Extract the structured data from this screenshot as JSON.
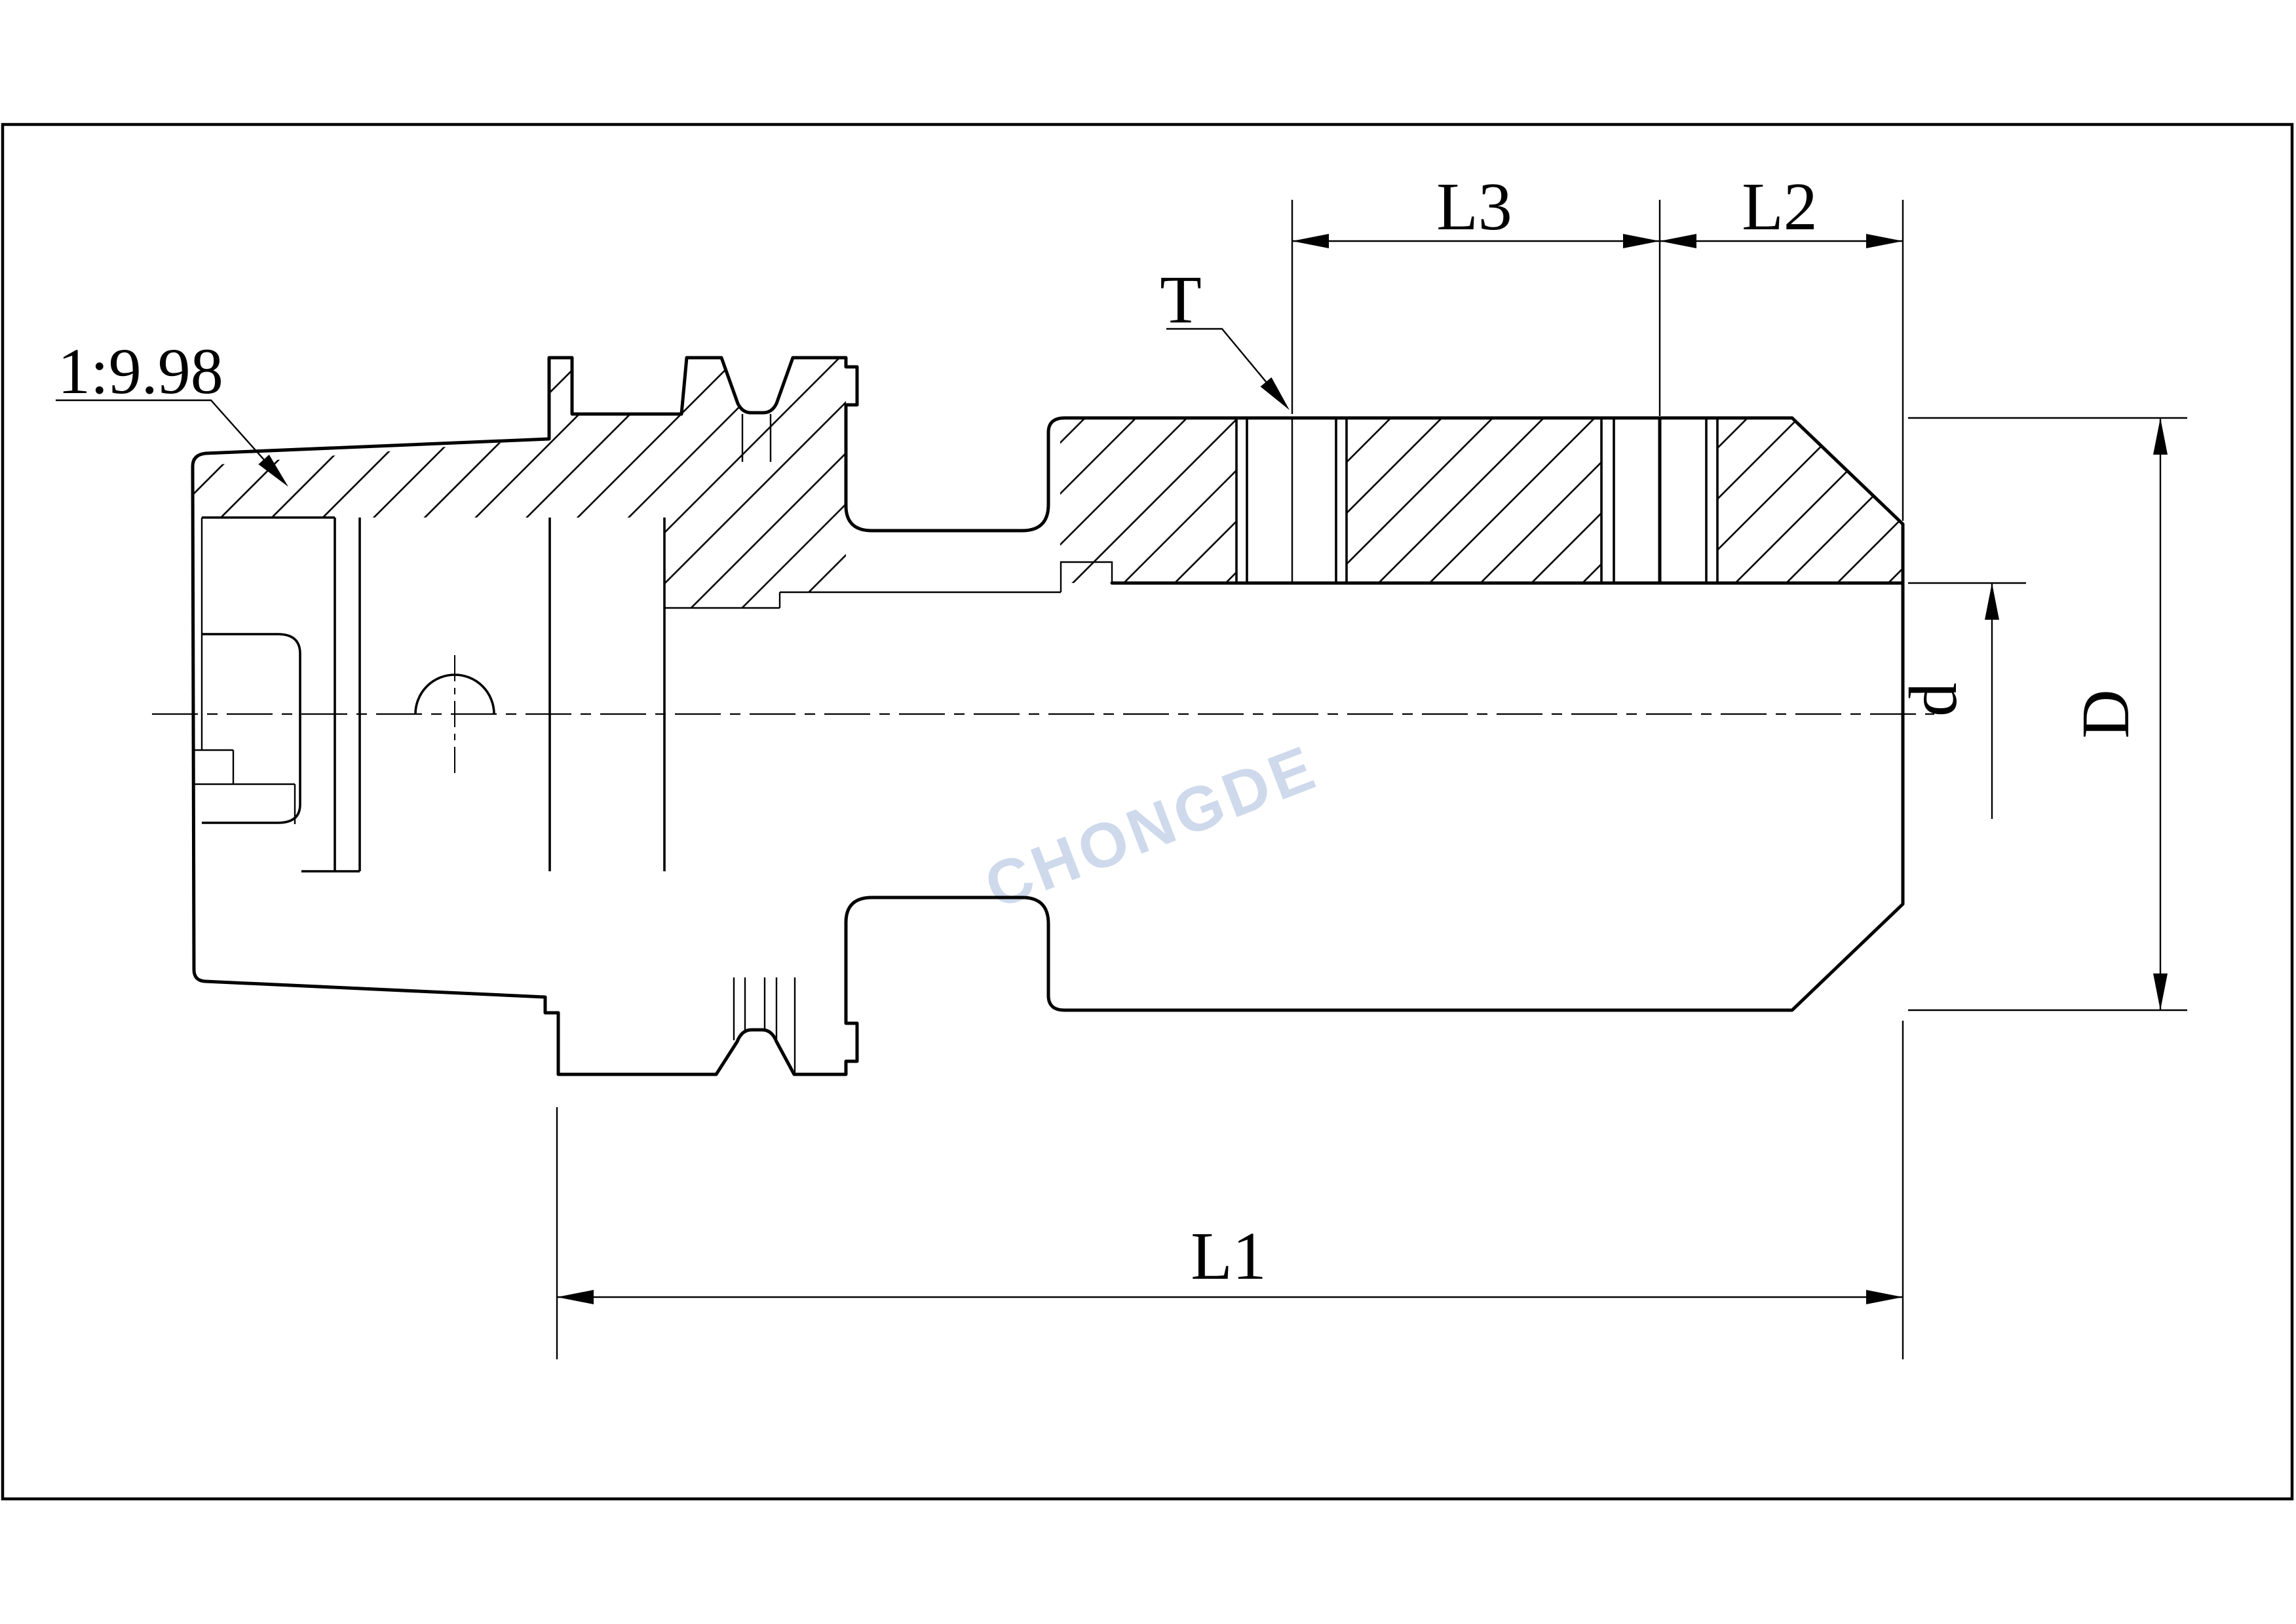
{
  "drawing": {
    "type": "engineering-section-drawing",
    "subject": "HSK shank side-lock tool holder cross section",
    "watermark": {
      "text": "CHONGDE",
      "color": "#ccd7ec"
    },
    "labels": {
      "taper_ratio": "1:9.98",
      "thread_callout": "T",
      "length_overall": "L1",
      "length_front": "L2",
      "length_mid": "L3",
      "bore_diameter": "d",
      "body_diameter": "D"
    },
    "colors": {
      "line": "#000000",
      "background": "#ffffff"
    }
  }
}
